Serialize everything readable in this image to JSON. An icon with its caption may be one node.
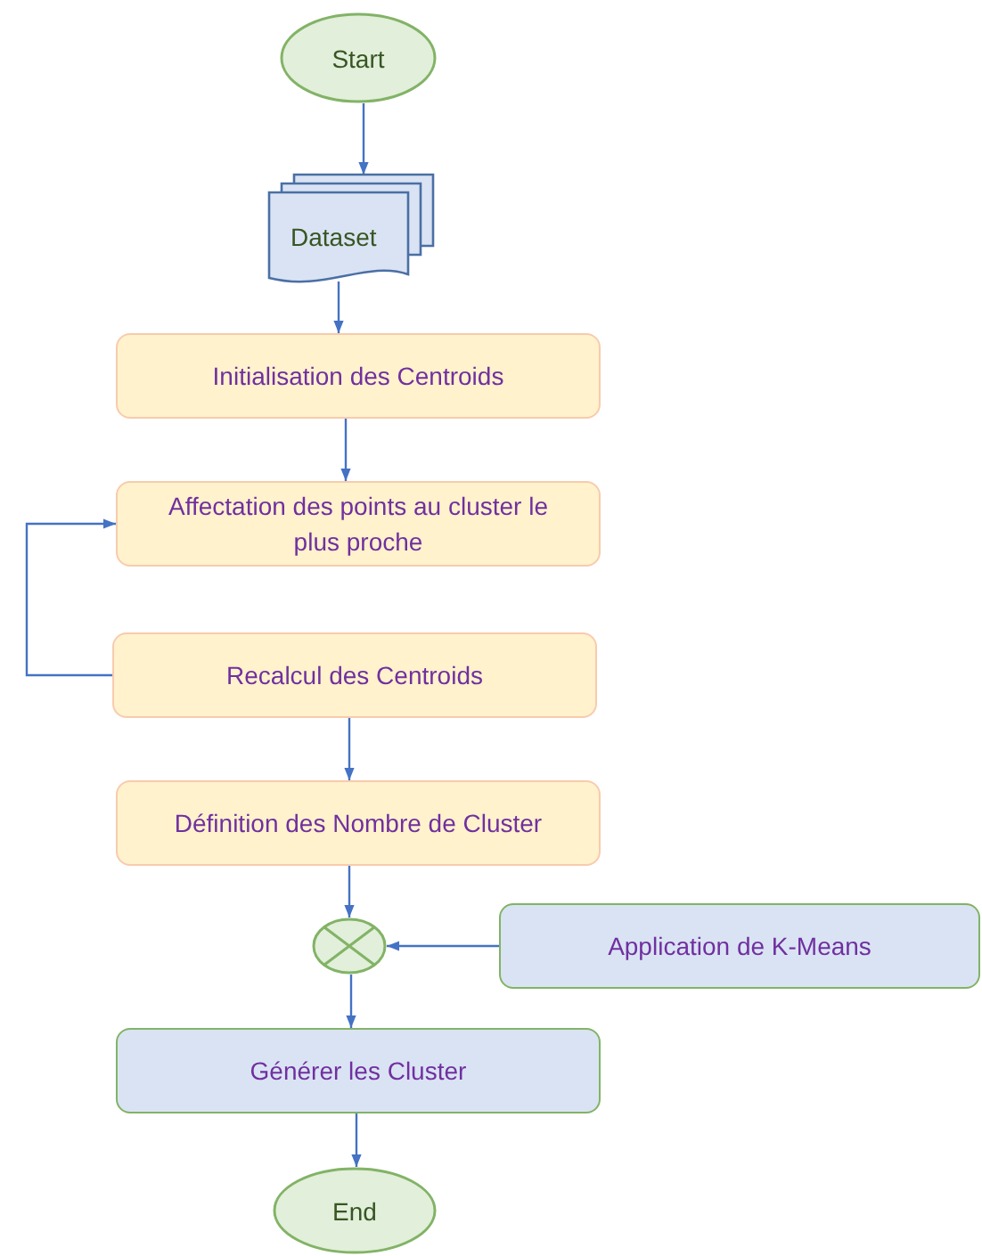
{
  "diagram": {
    "nodes": [
      {
        "text": [
          "Start"
        ]
      },
      {
        "text": [
          "Dataset"
        ]
      },
      {
        "text": [
          "Initialisation des Centroids"
        ]
      },
      {
        "text": [
          "Affectation des points au cluster le plus proche"
        ]
      },
      {
        "text": [
          "Recalcul des Centroids"
        ]
      },
      {
        "text": [
          "Définition des Nombre de Cluster"
        ]
      },
      {
        "text": [],
        "shape": "circle"
      },
      {
        "text": [
          "Application de K-Means"
        ]
      },
      {
        "text": [
          "Générer les Cluster"
        ]
      },
      {
        "text": [
          "End"
        ]
      }
    ],
    "edges": [
      {
        "from": 0,
        "to": 1,
        "arrow": "to"
      },
      {
        "from": 1,
        "to": 2,
        "arrow": "to"
      },
      {
        "from": 2,
        "to": 3,
        "arrow": "to"
      },
      {
        "from": 4,
        "to": 3,
        "arrow": "to"
      },
      {
        "from": 4,
        "to": 5,
        "arrow": "to"
      },
      {
        "from": 5,
        "to": 6,
        "arrow": "to"
      },
      {
        "from": 7,
        "to": 6,
        "arrow": "to"
      },
      {
        "from": 6,
        "to": 8,
        "arrow": "to"
      },
      {
        "from": 8,
        "to": 9,
        "arrow": "to"
      }
    ]
  }
}
